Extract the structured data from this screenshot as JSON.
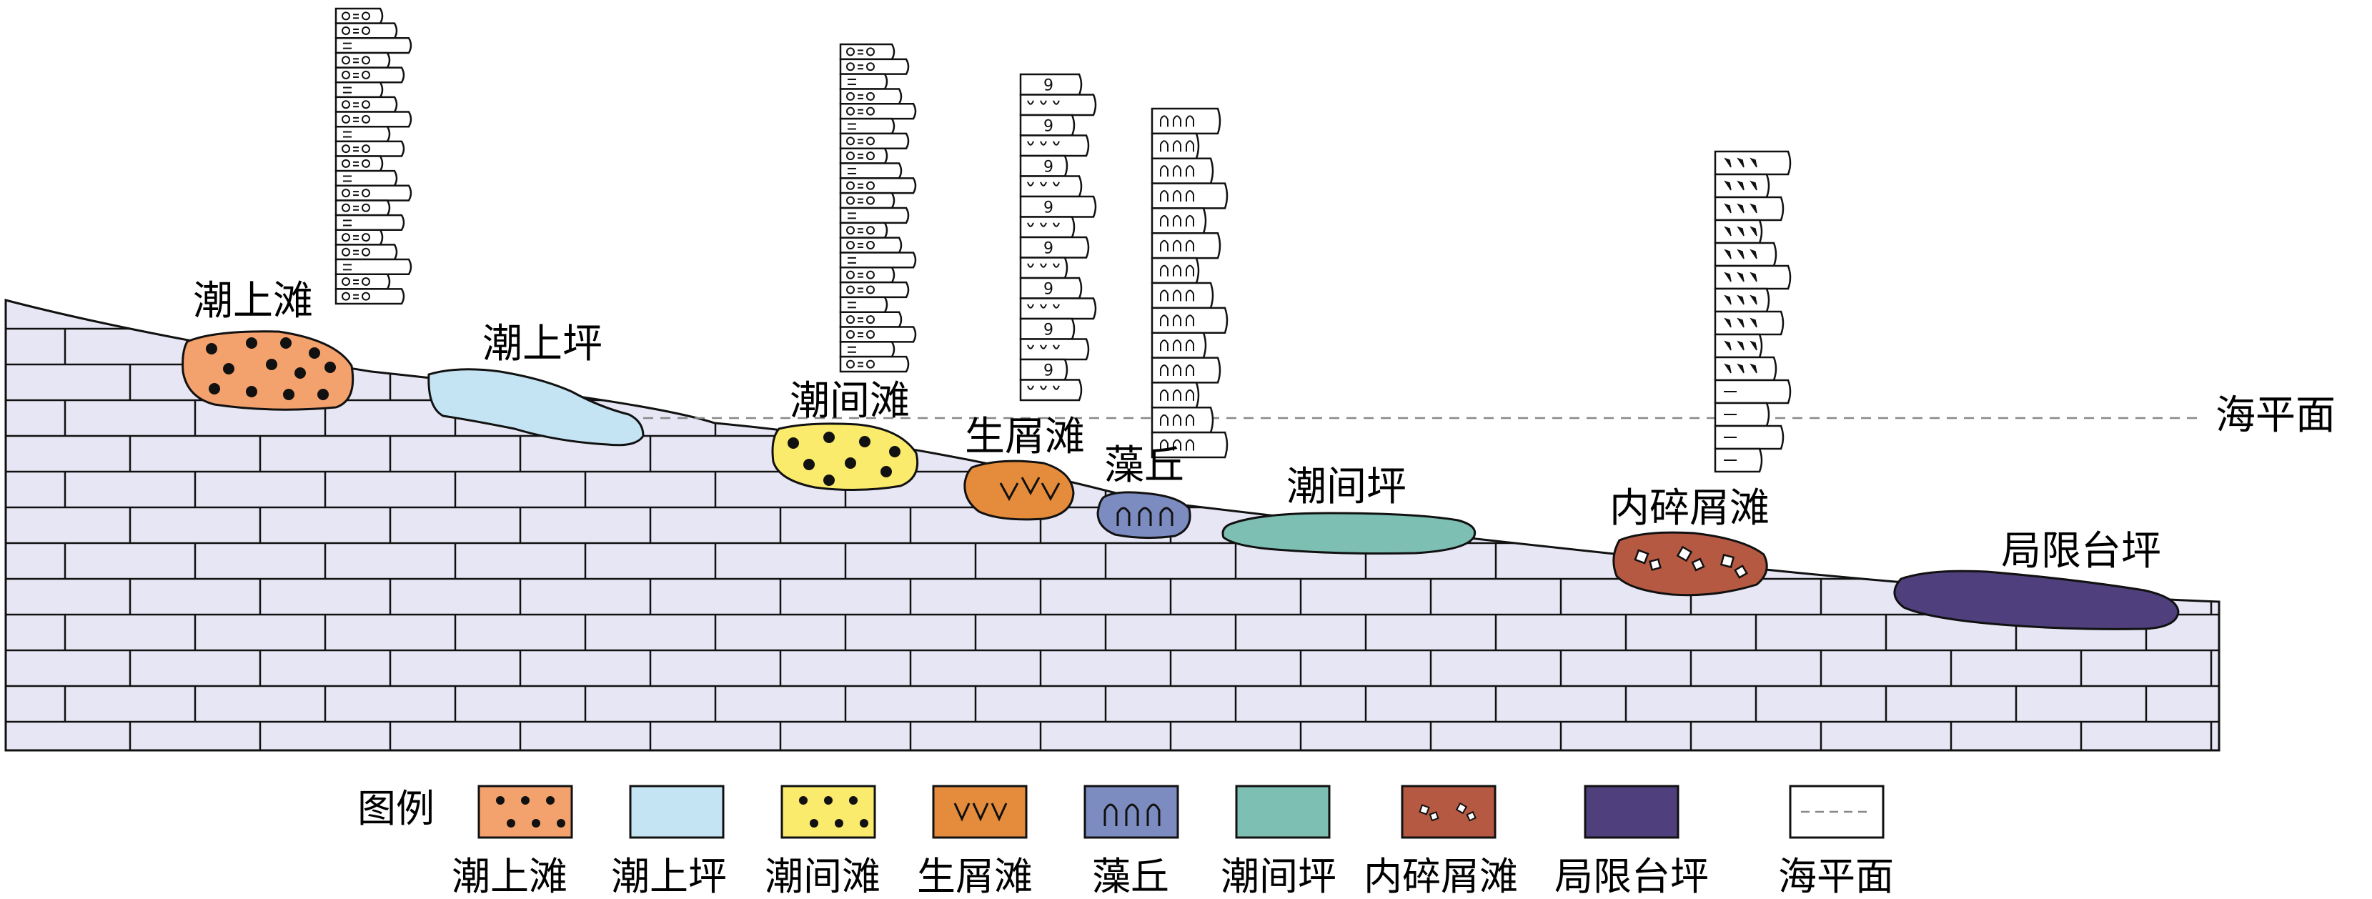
{
  "labels": {
    "supratidal_shoal": "潮上滩",
    "supratidal_flat": "潮上坪",
    "intertidal_shoal": "潮间滩",
    "bioclastic_shoal": "生屑滩",
    "algal_mound": "藻丘",
    "intertidal_flat": "潮间坪",
    "intraclastic_shoal": "内碎屑滩",
    "restricted_platform": "局限台坪",
    "sea_level": "海平面"
  },
  "legend": {
    "title": "图例",
    "items": [
      {
        "key": "supratidal_shoal",
        "label": "潮上滩",
        "color": "#F4A26D"
      },
      {
        "key": "supratidal_flat",
        "label": "潮上坪",
        "color": "#C5E4F3"
      },
      {
        "key": "intertidal_shoal",
        "label": "潮间滩",
        "color": "#FBEB6C"
      },
      {
        "key": "bioclastic_shoal",
        "label": "生屑滩",
        "color": "#E58C3C"
      },
      {
        "key": "algal_mound",
        "label": "藻丘",
        "color": "#7D8CC0"
      },
      {
        "key": "intertidal_flat",
        "label": "潮间坪",
        "color": "#7DBFB2"
      },
      {
        "key": "intraclastic_shoal",
        "label": "内碎屑滩",
        "color": "#B55943"
      },
      {
        "key": "restricted_platform",
        "label": "局限台坪",
        "color": "#4F3F7D"
      },
      {
        "key": "sea_level",
        "label": "海平面",
        "color": "#ffffff"
      }
    ]
  },
  "colors": {
    "limestone": "#E7E6F4",
    "outline": "#111111",
    "sea_level_line": "#888888"
  },
  "column_marks": {
    "nine": "9"
  }
}
